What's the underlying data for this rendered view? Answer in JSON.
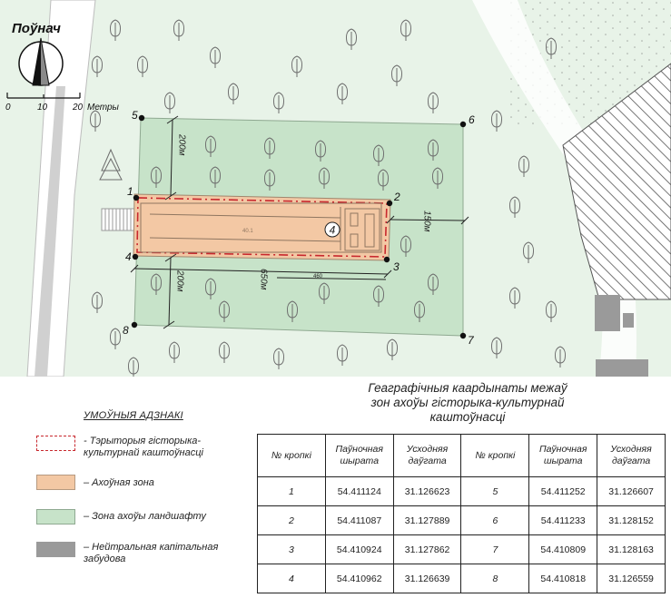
{
  "map": {
    "north_label": "Поўнач",
    "scale": {
      "ticks": [
        "0",
        "10",
        "20"
      ],
      "unit": "Метры"
    },
    "zone_number": "4",
    "dim_200_left": "200м",
    "dim_200_lower": "200м",
    "dim_150_right": "150м",
    "dim_650_bottom": "650м",
    "building_small_label": "40.1",
    "dim_small_label": "460",
    "points": [
      "1",
      "2",
      "3",
      "4",
      "5",
      "6",
      "7",
      "8"
    ],
    "colors": {
      "background": "#e8f3e8",
      "landscape_zone": "#c7e3c9",
      "protection_zone": "#f3c8a4",
      "territory_border": "#c8282e",
      "neutral_building": "#9a9a9a",
      "road": "#d0d0d0"
    }
  },
  "legend": {
    "title": "УМОЎНЫЯ АДЗНАКІ",
    "items": [
      {
        "label_line1": "- Тэрыторыя гісторыка-",
        "label_line2": "культурнай каштоўнасці",
        "style": "dashed-red"
      },
      {
        "label_line1": "– Ахоўная  зона",
        "label_line2": "",
        "style": "#f3c8a4"
      },
      {
        "label_line1": "– Зона ахоўы ландшафту",
        "label_line2": "",
        "style": "#c7e3c9"
      },
      {
        "label_line1": "– Нейтральная капітальная",
        "label_line2": "забудова",
        "style": "#9a9a9a"
      }
    ]
  },
  "coords": {
    "title_lines": [
      "Геаграфічныя каардынаты межаў",
      "зон ахоўы гісторыка-культурнай",
      "каштоўнасці"
    ],
    "headers": [
      "№ кропкі",
      "Паўночная шырата",
      "Усходняя даўгата",
      "№ кропкі",
      "Паўночная шырата",
      "Усходняя даўгата"
    ],
    "rows": [
      [
        "1",
        "54.411124",
        "31.126623",
        "5",
        "54.411252",
        "31.126607"
      ],
      [
        "2",
        "54.411087",
        "31.127889",
        "6",
        "54.411233",
        "31.128152"
      ],
      [
        "3",
        "54.410924",
        "31.127862",
        "7",
        "54.410809",
        "31.128163"
      ],
      [
        "4",
        "54.410962",
        "31.126639",
        "8",
        "54.410818",
        "31.126559"
      ]
    ]
  }
}
